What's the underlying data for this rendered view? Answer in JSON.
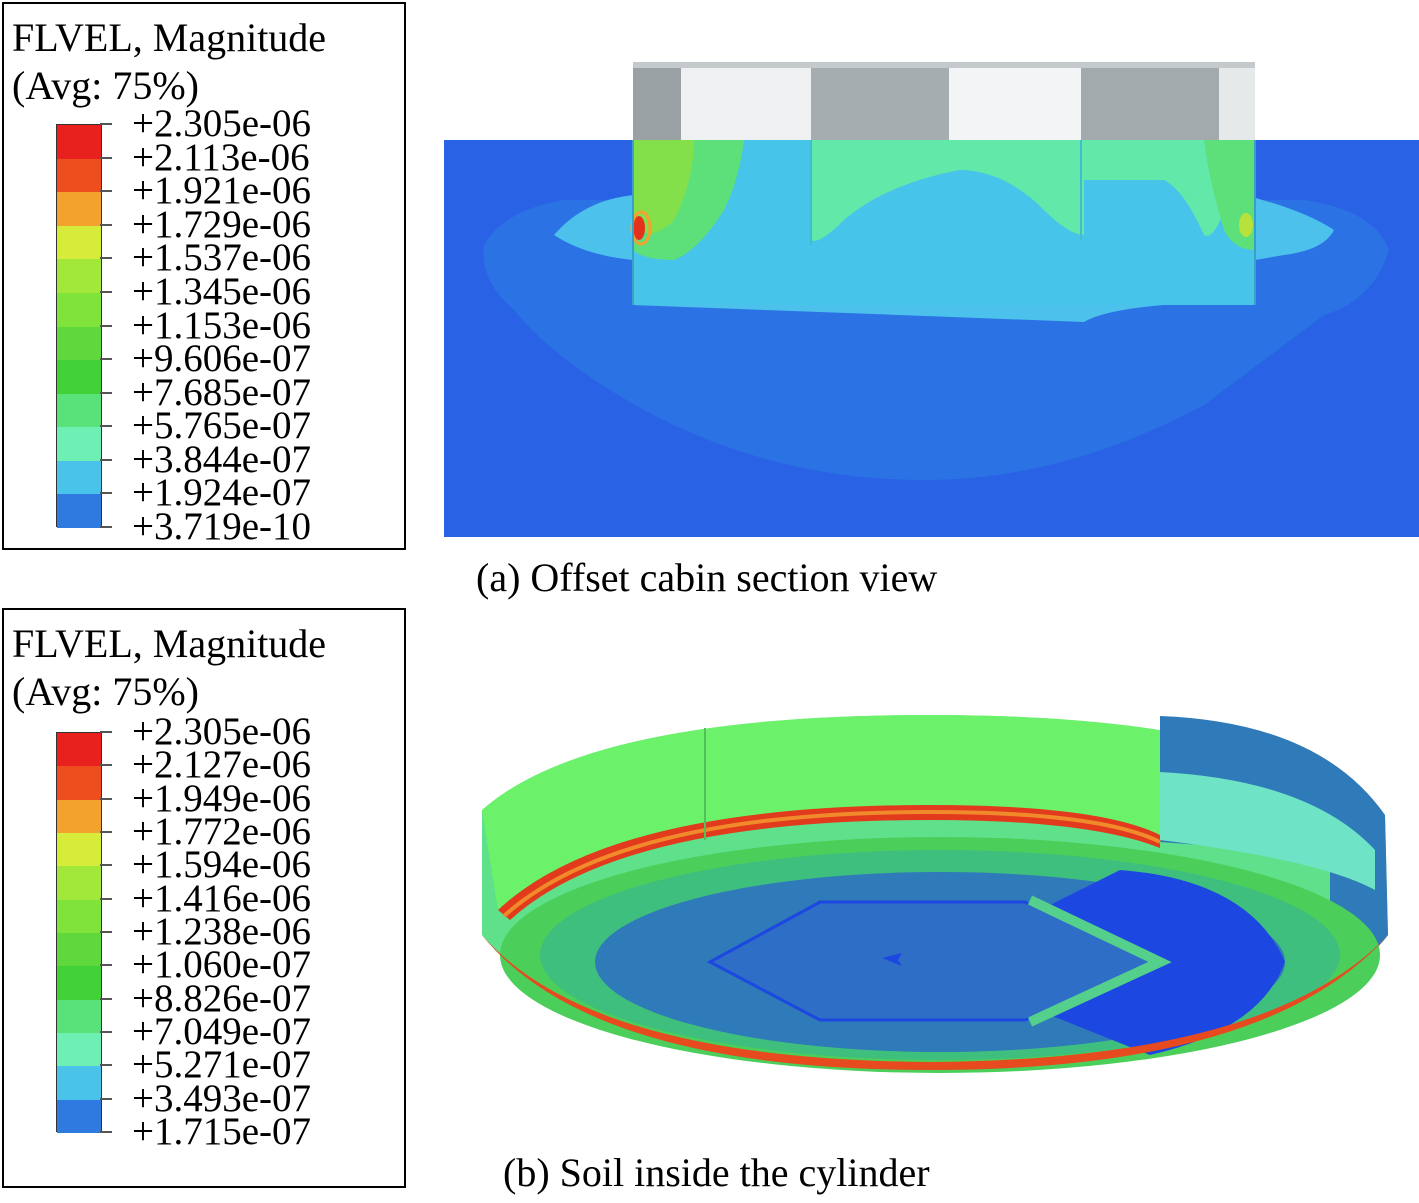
{
  "legend_a": {
    "title": "FLVEL, Magnitude",
    "avg": "(Avg: 75%)",
    "labels": [
      "+2.305e-06",
      "+2.113e-06",
      "+1.921e-06",
      "+1.729e-06",
      "+1.537e-06",
      "+1.345e-06",
      "+1.153e-06",
      "+9.606e-07",
      "+7.685e-07",
      "+5.765e-07",
      "+3.844e-07",
      "+1.924e-07",
      "+3.719e-10"
    ]
  },
  "legend_b": {
    "title": "FLVEL, Magnitude",
    "avg": "(Avg: 75%)",
    "labels": [
      "+2.305e-06",
      "+2.127e-06",
      "+1.949e-06",
      "+1.772e-06",
      "+1.594e-06",
      "+1.416e-06",
      "+1.238e-06",
      "+1.060e-07",
      "+8.826e-07",
      "+7.049e-07",
      "+5.271e-07",
      "+3.493e-07",
      "+1.715e-07"
    ]
  },
  "contour_colors": [
    "#e8201e",
    "#ee4d1e",
    "#f3a22d",
    "#d7ec3a",
    "#a2e83a",
    "#7fe33a",
    "#5ed83a",
    "#42d137",
    "#5ae27a",
    "#6ef0b4",
    "#49c3ea",
    "#2f7ae0",
    "#1c47e0"
  ],
  "captions": {
    "a": "(a) Offset cabin section view",
    "b": "(b) Soil inside the cylinder"
  }
}
